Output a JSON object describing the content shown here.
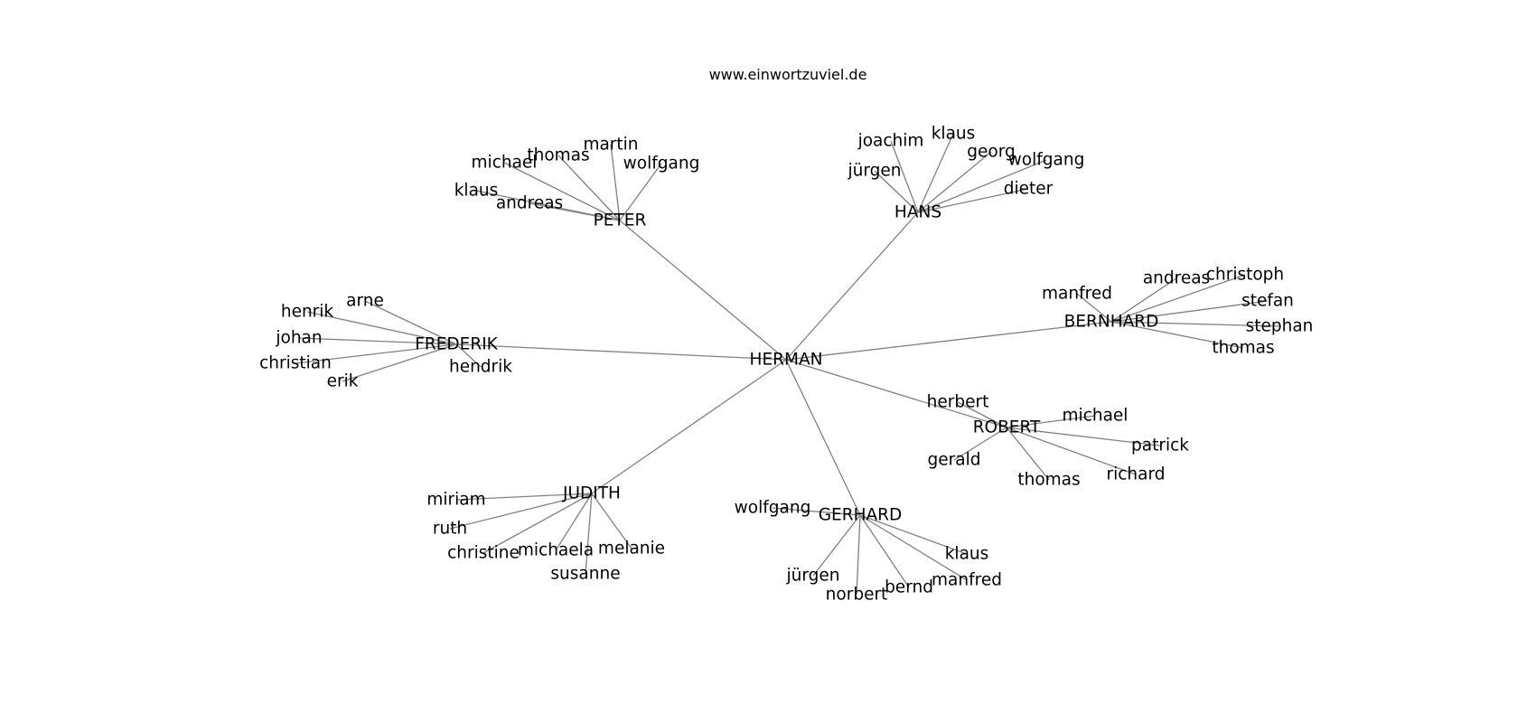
{
  "site": "www.einwortzuviel.de",
  "colors": {
    "edge": "#808080",
    "text": "#000000",
    "background": "#ffffff"
  },
  "center": "HERMAN",
  "groups": [
    {
      "name": "PETER",
      "children": [
        "michael",
        "thomas",
        "martin",
        "wolfgang",
        "klaus",
        "andreas"
      ]
    },
    {
      "name": "HANS",
      "children": [
        "joachim",
        "klaus",
        "georg",
        "wolfgang",
        "jürgen",
        "dieter"
      ]
    },
    {
      "name": "BERNHARD",
      "children": [
        "manfred",
        "andreas",
        "christoph",
        "stefan",
        "stephan",
        "thomas"
      ]
    },
    {
      "name": "FREDERIK",
      "children": [
        "arne",
        "henrik",
        "johan",
        "christian",
        "erik",
        "hendrik"
      ]
    },
    {
      "name": "ROBERT",
      "children": [
        "herbert",
        "michael",
        "patrick",
        "gerald",
        "thomas",
        "richard"
      ]
    },
    {
      "name": "JUDITH",
      "children": [
        "miriam",
        "ruth",
        "christine",
        "michaela",
        "melanie",
        "susanne"
      ]
    },
    {
      "name": "GERHARD",
      "children": [
        "wolfgang",
        "klaus",
        "jürgen",
        "norbert",
        "bernd",
        "manfred"
      ]
    }
  ]
}
